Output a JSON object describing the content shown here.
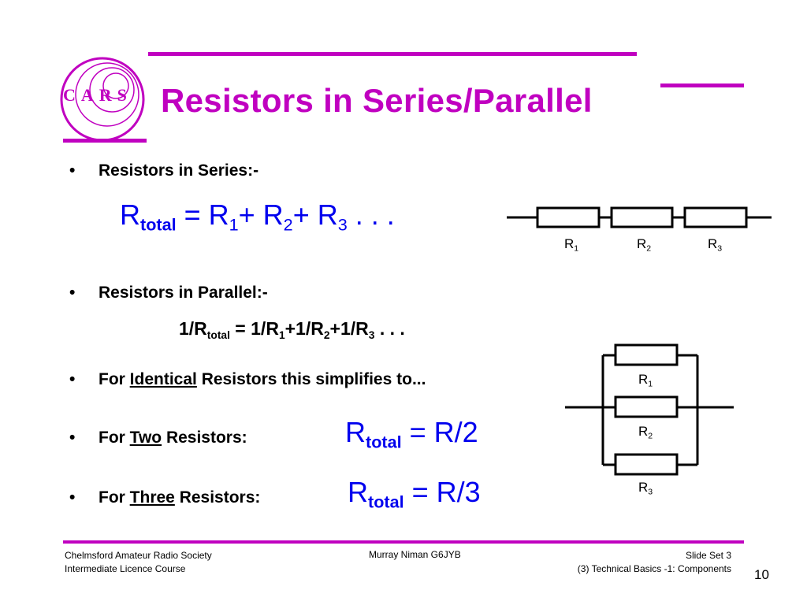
{
  "logo": {
    "letters": "CARS"
  },
  "title": "Resistors in Series/Parallel",
  "bullets": {
    "series": {
      "bullet": "•",
      "label": "Resistors in Series:-"
    },
    "parallel": {
      "bullet": "•",
      "label": "Resistors in Parallel:-"
    },
    "identical": {
      "bullet": "•",
      "prefix": "For ",
      "underlined": "Identical",
      "suffix": " Resistors this simplifies to..."
    },
    "two": {
      "bullet": "•",
      "prefix": "For ",
      "underlined": "Two",
      "suffix": " Resistors:"
    },
    "three": {
      "bullet": "•",
      "prefix": "For ",
      "underlined": "Three",
      "suffix": " Resistors:"
    }
  },
  "formulas": {
    "series": {
      "r": "R",
      "total": "total",
      "eq": " = ",
      "r1": "R",
      "s1": "1",
      "p1": "+ ",
      "r2": "R",
      "s2": "2",
      "p2": "+ ",
      "r3": "R",
      "s3": "3",
      "tail": " . . ."
    },
    "parallel": {
      "a": "1/R",
      "total": "total",
      "b": " = 1/R",
      "s1": "1",
      "c": "+1/R",
      "s2": "2",
      "d": "+1/R",
      "s3": "3",
      "tail": " . . ."
    },
    "two": {
      "r": "R",
      "total": "total",
      "rhs": " = R/2"
    },
    "three": {
      "r": "R",
      "total": "total",
      "rhs": " = R/3"
    }
  },
  "series_diagram": {
    "labels": [
      {
        "r": "R",
        "sub": "1"
      },
      {
        "r": "R",
        "sub": "2"
      },
      {
        "r": "R",
        "sub": "3"
      }
    ]
  },
  "parallel_diagram": {
    "labels": [
      {
        "r": "R",
        "sub": "1"
      },
      {
        "r": "R",
        "sub": "2"
      },
      {
        "r": "R",
        "sub": "3"
      }
    ]
  },
  "footer": {
    "left_line1": "Chelmsford Amateur Radio Society",
    "left_line2": "Intermediate Licence Course",
    "center": "Murray Niman G6JYB",
    "right_line1": "Slide Set 3",
    "right_line2": "(3) Technical Basics -1: Components",
    "page_number": "10"
  },
  "colors": {
    "accent": "#c000c0",
    "formula": "#0000ee"
  }
}
